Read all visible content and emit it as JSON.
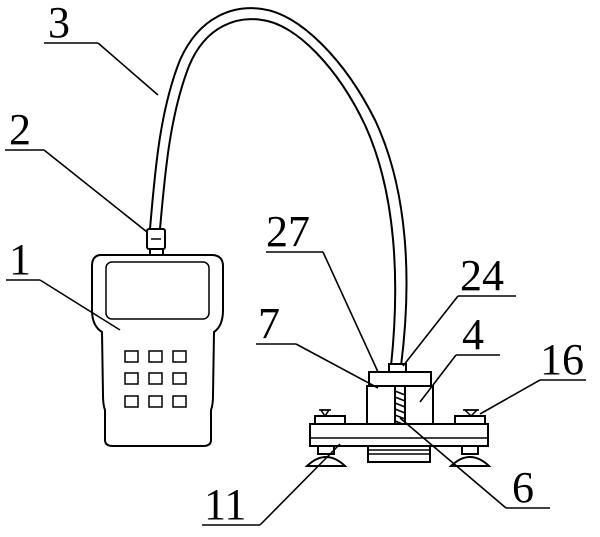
{
  "labels": {
    "l1": "1",
    "l2": "2",
    "l3": "3",
    "l27": "27",
    "l24": "24",
    "l7": "7",
    "l4": "4",
    "l16": "16",
    "l11": "11",
    "l6": "6"
  }
}
